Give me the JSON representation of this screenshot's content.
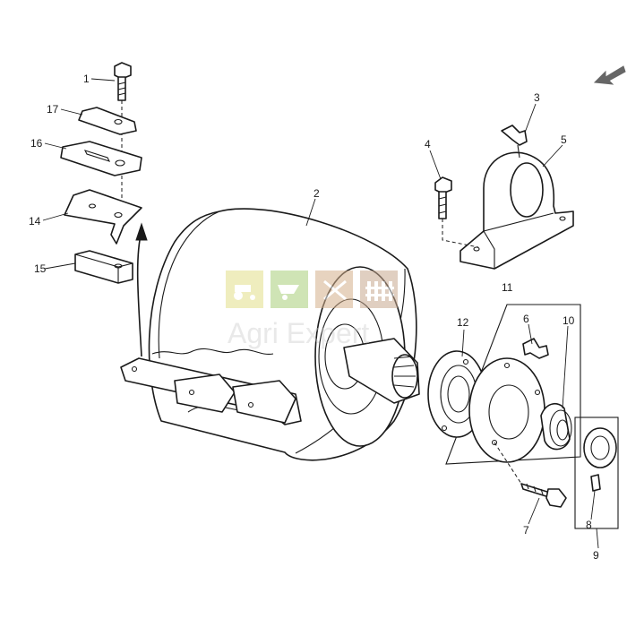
{
  "diagram": {
    "callouts": {
      "p1": "1",
      "p2": "2",
      "p3": "3",
      "p4": "4",
      "p5": "5",
      "p6": "6",
      "p7": "7",
      "p8": "8",
      "p9": "9",
      "p10": "10",
      "p11": "11",
      "p12": "12",
      "p14": "14",
      "p15": "15",
      "p16": "16",
      "p17": "17"
    },
    "watermark": {
      "text": "Agri Expert",
      "colors": [
        "#e3e08a",
        "#a8cf7a",
        "#d5b08c",
        "#c8a88f"
      ],
      "icons": [
        "tractor-icon",
        "wheelbarrow-icon",
        "tools-icon",
        "fence-icon"
      ]
    },
    "colors": {
      "line": "#1a1a1a",
      "background": "#ffffff"
    }
  }
}
